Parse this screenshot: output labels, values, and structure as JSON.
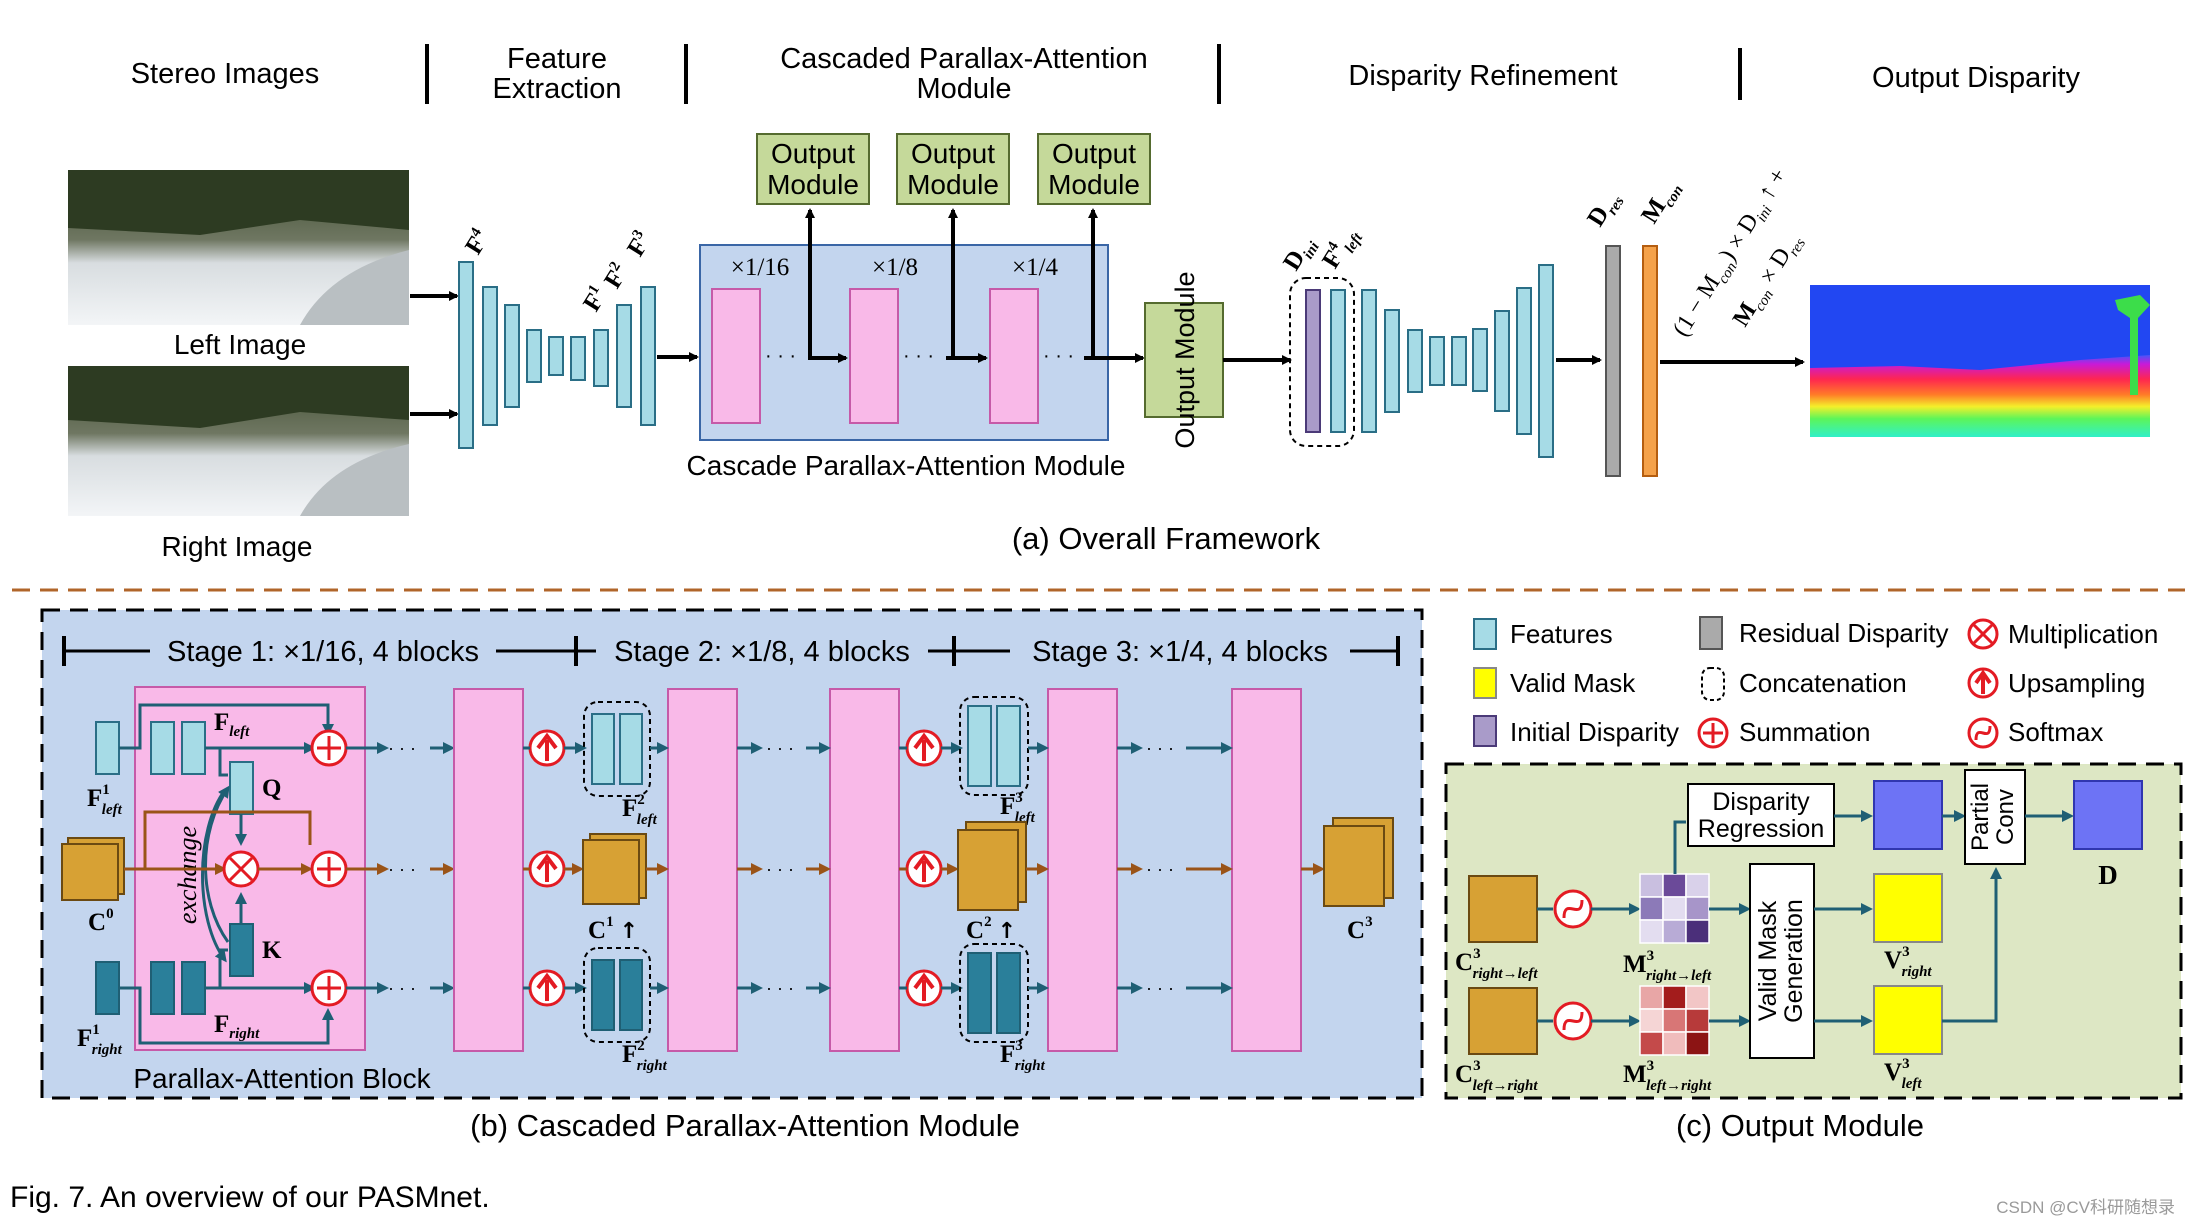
{
  "header": {
    "stereo_images": "Stereo Images",
    "feature_line1": "Feature",
    "feature_line2": "Extraction",
    "cascade_line1": "Cascaded Parallax-Attention",
    "cascade_line2": "Module",
    "disparity_refinement": "Disparity Refinement",
    "output_disparity": "Output Disparity"
  },
  "part_a": {
    "left_image": "Left Image",
    "right_image": "Right Image",
    "output_module_line1": "Output",
    "output_module_line2": "Module",
    "side_output_module": "Output Module",
    "scale_16": "×1/16",
    "scale_8": "×1/8",
    "scale_4": "×1/4",
    "cascade_box_label": "Cascade Parallax-Attention Module",
    "caption": "(a) Overall Framework",
    "f4": "F",
    "f4_sup": "4",
    "f1": "F",
    "f1_sup": "1",
    "f2": "F",
    "f2_sup": "2",
    "f3": "F",
    "f3_sup": "3",
    "d_ini": "D",
    "d_ini_sub": "ini",
    "f_left": "F",
    "f_left_sup": "4",
    "f_left_sub": "left",
    "d_res": "D",
    "d_res_sub": "res",
    "m_con": "M",
    "m_con_sub": "con",
    "formula_line1": "(1 − M",
    "formula_line1_sub": "con",
    "formula_line1_rest": ") × D",
    "formula_line1_sub2": "ini",
    "formula_line1_tail": " ↑ +",
    "formula_line2": "M",
    "formula_line2_sub": "con",
    "formula_line2_rest": " × D",
    "formula_line2_sub2": "res"
  },
  "part_b": {
    "stage1": "Stage 1: ×1/16, 4 blocks",
    "stage2": "Stage 2: ×1/8, 4 blocks",
    "stage3": "Stage 3:  ×1/4, 4 blocks",
    "pab_label": "Parallax-Attention Block",
    "caption": "(b) Cascaded Parallax-Attention Module",
    "exchange": "exchange",
    "q": "Q",
    "k": "K",
    "f": "F",
    "c": "C",
    "sub_left": "left",
    "sub_right": "right",
    "sup_0": "0",
    "sup_1": "1",
    "sup_2": "2",
    "sup_3": "3",
    "up_arrow": "↑",
    "ellipsis": "· · ·"
  },
  "legend": {
    "features": "Features",
    "valid_mask": "Valid Mask",
    "initial_disparity": "Initial Disparity",
    "residual_disparity": "Residual Disparity",
    "concatenation": "Concatenation",
    "summation": "Summation",
    "multiplication": "Multiplication",
    "upsampling": "Upsampling",
    "softmax": "Softmax"
  },
  "part_c": {
    "disparity_regression_line1": "Disparity",
    "disparity_regression_line2": "Regression",
    "valid_mask_line1": "Valid Mask",
    "valid_mask_line2": "Generation",
    "partial_line1": "Partial",
    "partial_line2": "Conv",
    "c3": "C",
    "c3_sup": "3",
    "c_rl_sub": "right→left",
    "c_lr_sub": "left→right",
    "m3": "M",
    "m3_sup": "3",
    "v3": "V",
    "v3_sup": "3",
    "v_right_sub": "right",
    "v_left_sub": "left",
    "d_hat": "D",
    "caption": "(c) Output Module"
  },
  "figure_caption": "Fig. 7. An overview of our PASMnet.",
  "credit": "CSDN @CV科研随想录",
  "colors": {
    "feature": "#a6dbe6",
    "feature_dark": "#2a6e86",
    "mask": "#ffff00",
    "initial_disparity": "#a99bc9",
    "residual_disparity": "#aaaaaa",
    "confidence": "#f5a24a",
    "cost": "#d7a134",
    "pink": "#f9b9e8",
    "cascade_bg": "#c3d5ee",
    "output_module_bg": "#c5d99a",
    "output_c_bg": "#dde7c4",
    "red": "#e31b23",
    "arrow_teal": "#1f5f74",
    "arrow_brown": "#9a5418",
    "divider": "#b0652a",
    "blue_block": "#6d73f5"
  }
}
